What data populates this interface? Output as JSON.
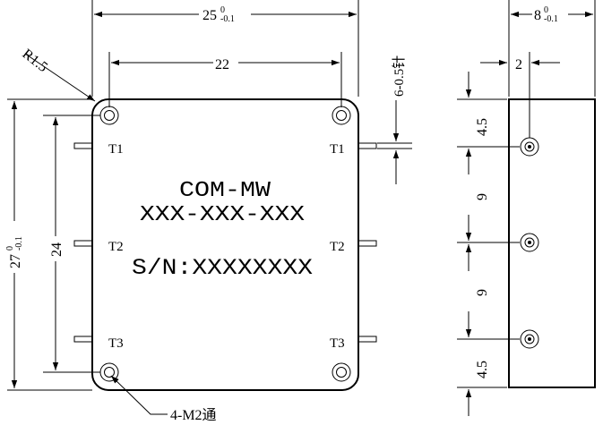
{
  "front_view": {
    "width_dim": {
      "base": "25",
      "upper_tol": "0",
      "lower_tol": "-0.1"
    },
    "hole_spacing_dim": "22",
    "corner_radius": "R1.5",
    "height_dim": {
      "base": "27",
      "upper_tol": "0",
      "lower_tol": "-0.1"
    },
    "pin_span_dim": "24",
    "pin_note": "6-0.5针",
    "mount_note": "4-M2通",
    "pin_labels": [
      "T1",
      "T1",
      "T2",
      "T2",
      "T3",
      "T3"
    ],
    "model": "COM-MW",
    "part_number": "XXX-XXX-XXX",
    "serial": "S/N:XXXXXXXX"
  },
  "side_view": {
    "thickness_dim": {
      "base": "8",
      "upper_tol": "0",
      "lower_tol": "-0.1"
    },
    "pin_offset_dim": "2",
    "pitch_dims": [
      "4.5",
      "9",
      "9",
      "4.5"
    ]
  }
}
